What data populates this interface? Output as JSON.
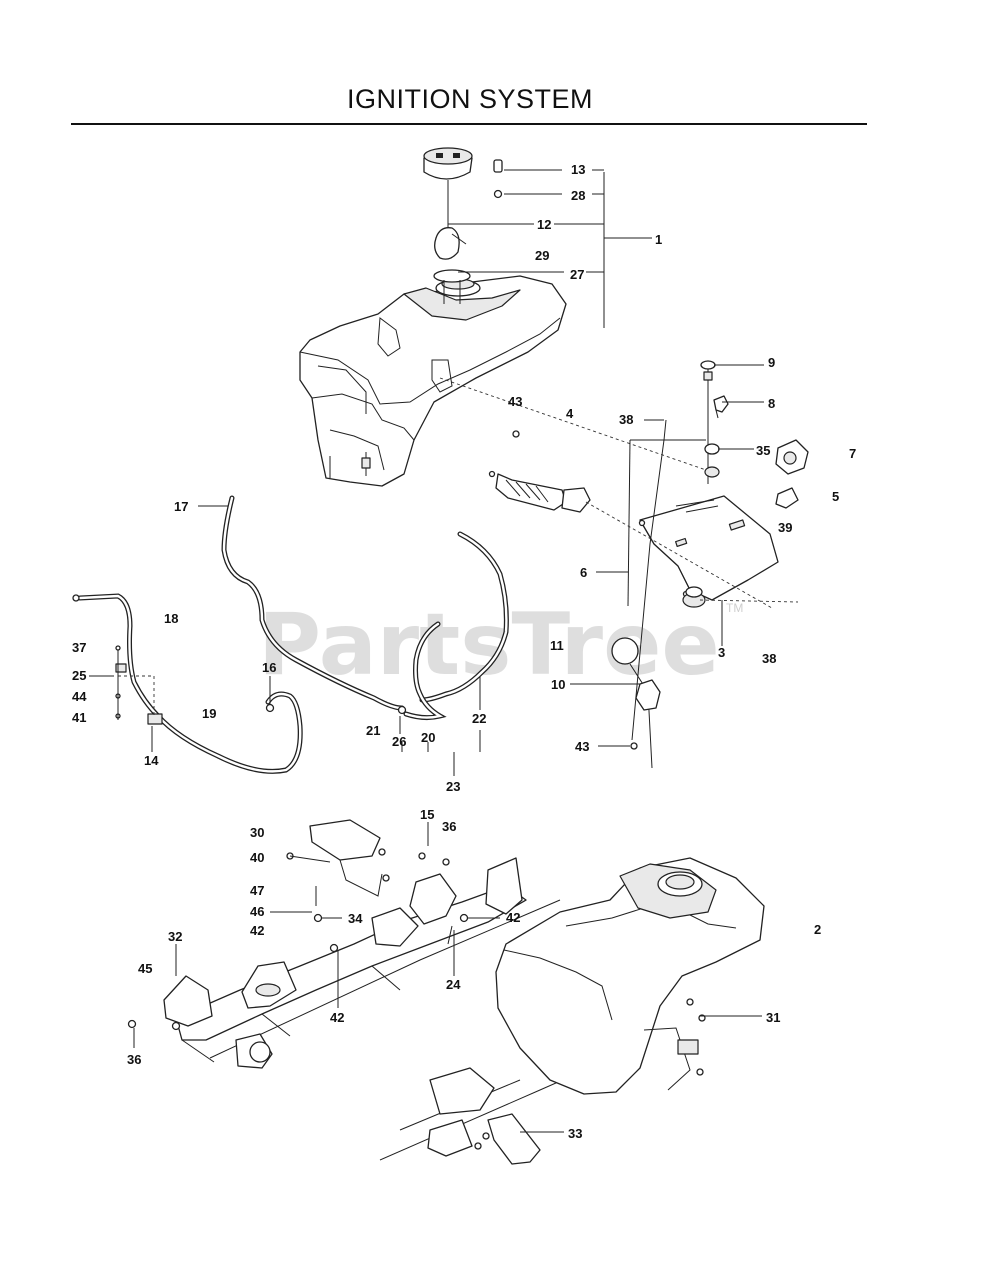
{
  "page": {
    "title": "IGNITION SYSTEM"
  },
  "watermark": {
    "text": "PartsTree",
    "mark": "TM"
  },
  "callouts": {
    "c1": "1",
    "c2": "2",
    "c3": "3",
    "c4": "4",
    "c5": "5",
    "c6": "6",
    "c7": "7",
    "c8": "8",
    "c9": "9",
    "c10": "10",
    "c11": "11",
    "c12": "12",
    "c13": "13",
    "c14": "14",
    "c15": "15",
    "c16": "16",
    "c17": "17",
    "c18": "18",
    "c19": "19",
    "c20": "20",
    "c21": "21",
    "c22": "22",
    "c23": "23",
    "c24": "24",
    "c25": "25",
    "c26": "26",
    "c27": "27",
    "c28": "28",
    "c29": "29",
    "c30": "30",
    "c31": "31",
    "c32": "32",
    "c33": "33",
    "c34": "34",
    "c35": "35",
    "c36a": "36",
    "c36b": "36",
    "c37": "37",
    "c38a": "38",
    "c38b": "38",
    "c39": "39",
    "c40": "40",
    "c41": "41",
    "c42a": "42",
    "c42b": "42",
    "c42c": "42",
    "c43a": "43",
    "c43b": "43",
    "c44": "44",
    "c45": "45",
    "c46": "46",
    "c47": "47"
  }
}
